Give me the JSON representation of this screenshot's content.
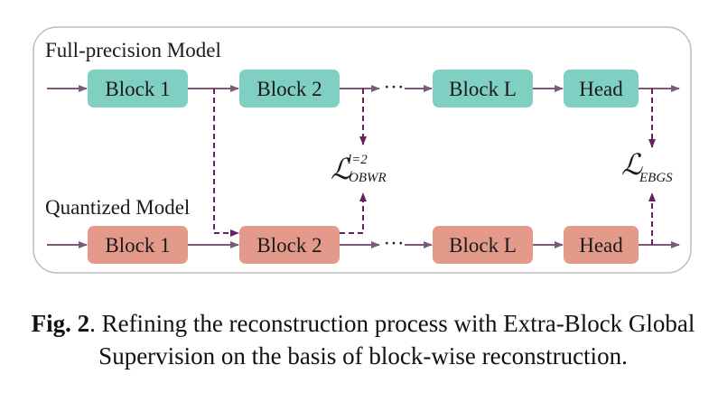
{
  "diagram": {
    "rows": {
      "full_precision": {
        "label": "Full-precision Model"
      },
      "quantized": {
        "label": "Quantized Model"
      }
    },
    "blocks": {
      "block_1": "Block 1",
      "block_2": "Block 2",
      "block_l": "Block L",
      "head": "Head",
      "ellipsis": "···"
    },
    "losses": {
      "obwr": {
        "symbol": "ℒ",
        "subscript": "OBWR",
        "superscript": "l=2"
      },
      "ebgs": {
        "symbol": "ℒ",
        "subscript": "EBGS"
      }
    },
    "colors": {
      "full_precision_block": "#7fcfc3",
      "quantized_block": "#e49a8b",
      "arrow": "#7b5a78",
      "dashed_arrow": "#6b1f5e",
      "frame": "#bdbdbd"
    }
  },
  "caption": {
    "figure_label": "Fig. 2",
    "text": ". Refining the reconstruction process with Extra-Block Global Supervision on the basis of block-wise reconstruction."
  }
}
